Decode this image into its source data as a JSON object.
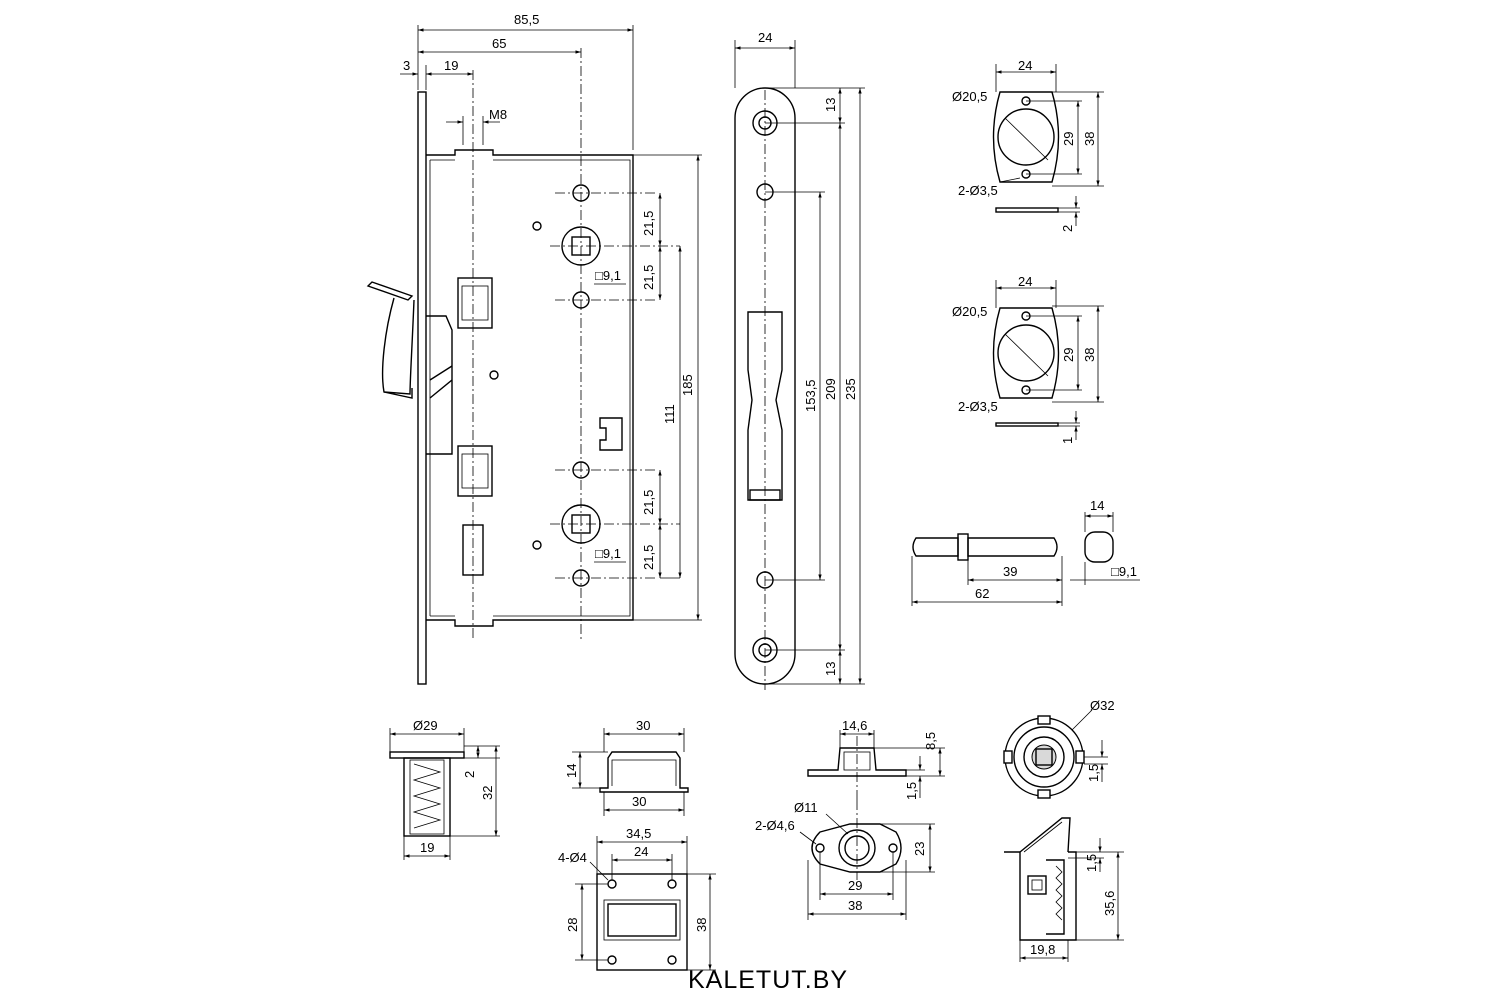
{
  "watermark": "KALETUT.BY",
  "main_view": {
    "dims": {
      "overall_width": "85,5",
      "backset": "65",
      "faceplate_to_axis": "19",
      "faceplate_thickness": "3",
      "thread": "M8",
      "spacing_top_a": "21,5",
      "spacing_top_b": "21,5",
      "square_top": "□9,1",
      "spacing_bottom_a": "21,5",
      "spacing_bottom_b": "21,5",
      "square_bottom": "□9,1",
      "spindle_distance": "111",
      "body_height": "185"
    }
  },
  "faceplate": {
    "dims": {
      "width": "24",
      "end_offset_top": "13",
      "end_offset_bottom": "13",
      "slot_span": "153,5",
      "hole_span": "209",
      "total_length": "235"
    }
  },
  "rosette_1": {
    "dims": {
      "width": "24",
      "hole_diameter": "Ø20,5",
      "screw_holes": "2-Ø3,5",
      "inner_height": "29",
      "outer_height": "38",
      "thickness": "2"
    }
  },
  "rosette_2": {
    "dims": {
      "width": "24",
      "hole_diameter": "Ø20,5",
      "screw_holes": "2-Ø3,5",
      "inner_height": "29",
      "outer_height": "38",
      "thickness": "1"
    }
  },
  "spindle": {
    "dims": {
      "length": "62",
      "shaft_length": "39",
      "diameter": "14",
      "square": "□9,1"
    }
  },
  "spring_cup": {
    "dims": {
      "diameter": "Ø29",
      "flange": "2",
      "height": "32",
      "inner_diameter": "19"
    }
  },
  "box_strike": {
    "dims": {
      "top_width": "30",
      "height": "14",
      "bottom_width": "30"
    }
  },
  "strike_plate": {
    "dims": {
      "hole_spacing_outer": "34,5",
      "hole_spacing_inner": "24",
      "holes": "4-Ø4",
      "hole_spacing_v": "28",
      "height": "38"
    }
  },
  "floor_cup_side": {
    "dims": {
      "width": "14,6",
      "height": "8,5",
      "base": "1,5"
    }
  },
  "floor_cup_top": {
    "dims": {
      "bore": "Ø11",
      "holes": "2-Ø4,6",
      "hole_spacing": "29",
      "length": "38",
      "height": "23"
    }
  },
  "round_cover": {
    "dims": {
      "diameter": "Ø32",
      "step": "1,5"
    }
  },
  "latch_unit": {
    "dims": {
      "step": "1,5",
      "height": "35,6",
      "width": "19,8"
    }
  }
}
